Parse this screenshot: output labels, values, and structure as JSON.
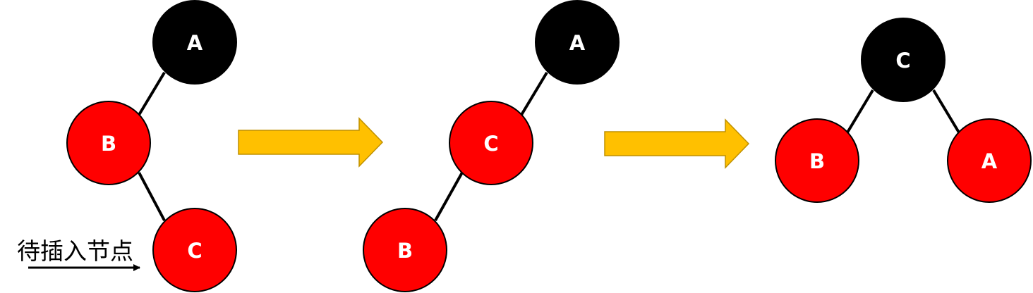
{
  "colors": {
    "black_node": "#000000",
    "red_node": "#ff0000",
    "node_text": "#ffffff",
    "edge": "#000000",
    "transition_arrow_fill": "#ffc000",
    "transition_arrow_stroke": "#bf9000"
  },
  "stages": [
    {
      "nodes": [
        {
          "label": "A",
          "color": "black"
        },
        {
          "label": "B",
          "color": "red"
        },
        {
          "label": "C",
          "color": "red"
        }
      ],
      "edges": [
        [
          "A",
          "B"
        ],
        [
          "B",
          "C"
        ]
      ],
      "pointer_label": "待插入节点"
    },
    {
      "nodes": [
        {
          "label": "A",
          "color": "black"
        },
        {
          "label": "C",
          "color": "red"
        },
        {
          "label": "B",
          "color": "red"
        }
      ],
      "edges": [
        [
          "A",
          "C"
        ],
        [
          "C",
          "B"
        ]
      ]
    },
    {
      "nodes": [
        {
          "label": "C",
          "color": "black"
        },
        {
          "label": "B",
          "color": "red"
        },
        {
          "label": "A",
          "color": "red"
        }
      ],
      "edges": [
        [
          "C",
          "B"
        ],
        [
          "C",
          "A"
        ]
      ]
    }
  ]
}
